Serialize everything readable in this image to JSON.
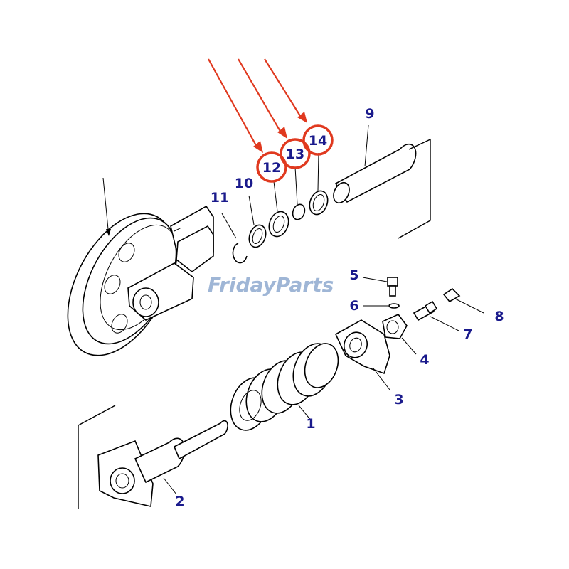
{
  "callouts": [
    {
      "id": "p1",
      "label": "1"
    },
    {
      "id": "p2",
      "label": "2"
    },
    {
      "id": "p3",
      "label": "3"
    },
    {
      "id": "p4",
      "label": "4"
    },
    {
      "id": "p5",
      "label": "5"
    },
    {
      "id": "p6",
      "label": "6"
    },
    {
      "id": "p7",
      "label": "7"
    },
    {
      "id": "p8",
      "label": "8"
    },
    {
      "id": "p9",
      "label": "9"
    },
    {
      "id": "p10",
      "label": "10"
    },
    {
      "id": "p11",
      "label": "11"
    },
    {
      "id": "p12",
      "label": "12"
    },
    {
      "id": "p13",
      "label": "13"
    },
    {
      "id": "p14",
      "label": "14"
    }
  ],
  "highlighted": [
    "12",
    "13",
    "14"
  ],
  "colors": {
    "callout_text": "#1a1a8c",
    "highlight": "#e0391f",
    "watermark_blue": "#9fb6d6",
    "watermark_orange": "#f2a63a"
  },
  "watermark": {
    "part_a": "Friday",
    "part_b": "Parts"
  }
}
